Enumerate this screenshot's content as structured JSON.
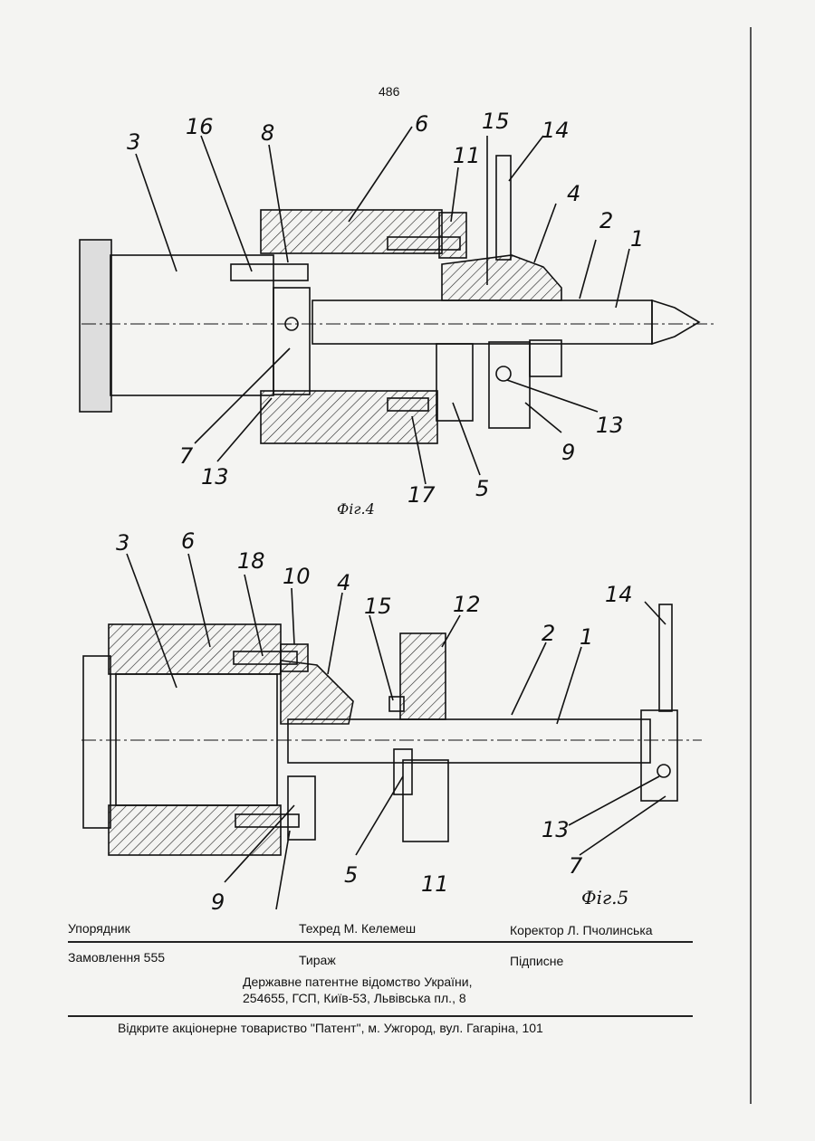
{
  "page_number": "486",
  "figures": [
    {
      "caption": "Фіг.4",
      "labels": [
        "3",
        "16",
        "8",
        "6",
        "15",
        "14",
        "11",
        "4",
        "2",
        "1",
        "7",
        "13",
        "13",
        "17",
        "5",
        "9"
      ]
    },
    {
      "caption": "Фіг.5",
      "labels": [
        "3",
        "6",
        "18",
        "10",
        "4",
        "15",
        "12",
        "2",
        "1",
        "14",
        "13",
        "7",
        "9",
        "5",
        "11"
      ]
    }
  ],
  "footer": {
    "compiler": "Упорядник",
    "techeditor": "Техред М. Келемеш",
    "proofreader": "Коректор Л. Пчолинська",
    "order": "Замовлення 555",
    "circulation": "Тираж",
    "signed": "Підписне",
    "office_line1": "Державне патентне відомство України,",
    "office_line2": "254655, ГСП, Київ-53, Львівська пл., 8",
    "publisher": "Відкрите акціонерне товариство \"Патент\", м. Ужгород, вул. Гагаріна, 101"
  },
  "colors": {
    "paper": "#f4f4f2",
    "ink": "#111111"
  }
}
